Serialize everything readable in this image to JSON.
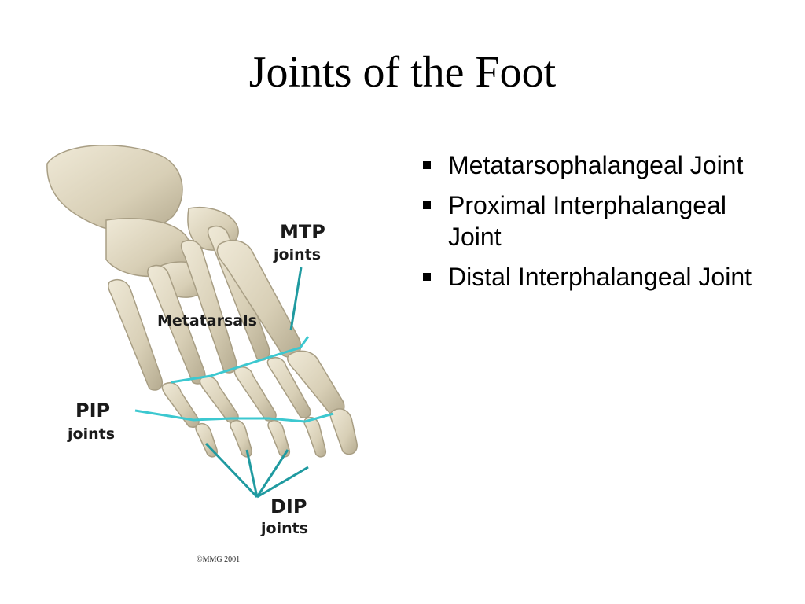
{
  "slide": {
    "title": "Joints of the Foot",
    "bullets": [
      "Metatarsophalangeal Joint",
      "Proximal Interphalangeal Joint",
      "Distal Interphalangeal Joint"
    ]
  },
  "figure": {
    "labels": {
      "mtp_line1": "MTP",
      "mtp_line2": "joints",
      "metatarsals": "Metatarsals",
      "pip_line1": "PIP",
      "pip_line2": "joints",
      "dip_line1": "DIP",
      "dip_line2": "joints"
    },
    "copyright": "©MMG 2001",
    "colors": {
      "bone": "#ddd5bf",
      "bone_shadow": "#b7ad93",
      "joint_line": "#3cc8d0",
      "pointer_line": "#1f9aa0"
    }
  }
}
